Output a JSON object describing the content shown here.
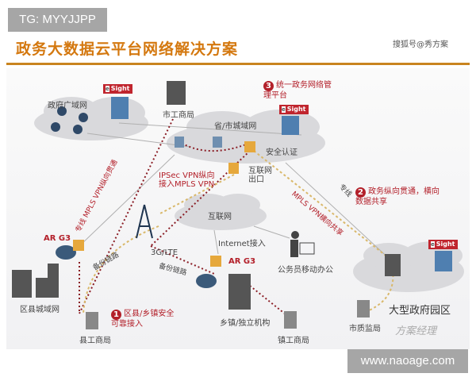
{
  "watermark_top": "TG: MYYJJPP",
  "header": {
    "title": "政务大数据云平台网络解决方案",
    "source": "搜狐号@秀方案"
  },
  "watermark_bottom": "www.naoage.com",
  "diagram": {
    "clouds": {
      "gov_wan": "政府广域网",
      "metro": "省/市城域网",
      "internet": "互联网",
      "campus": "大型政府园区"
    },
    "esight": "Sight",
    "nodes": {
      "city_aic": "市工商局",
      "security_auth": "安全认证",
      "internet_exit": "互联网\n出口",
      "lte": "3G/LTE",
      "internet_access": "Internet接入",
      "mobile_office": "公务员移动办公",
      "county_metro": "区县城域网",
      "county_aic": "县工商局",
      "township": "乡镇/独立机构",
      "town_aic": "镇工商局",
      "quality_bureau": "市质监局",
      "ar_g3": "AR G3"
    },
    "links": {
      "mpls_vertical": "专线 MPLS VPN纵向贯通",
      "ipsec": "IPSec VPN纵向\n接入MPLS VPN",
      "backup1": "备份链路",
      "backup2": "备份链路",
      "leased": "专线",
      "mpls_horizontal": "MPLS VPN横向共享"
    },
    "callouts": [
      {
        "num": "1",
        "text": "区县/乡镇安全\n可靠接入"
      },
      {
        "num": "2",
        "text": "政务纵向贯通，横向\n数据共享"
      },
      {
        "num": "3",
        "text": "统一政务网络管\n理平台"
      }
    ],
    "logo": "方案经理",
    "colors": {
      "accent": "#d4780f",
      "red": "#b3202a",
      "cloud": "#d9d9dc"
    }
  }
}
